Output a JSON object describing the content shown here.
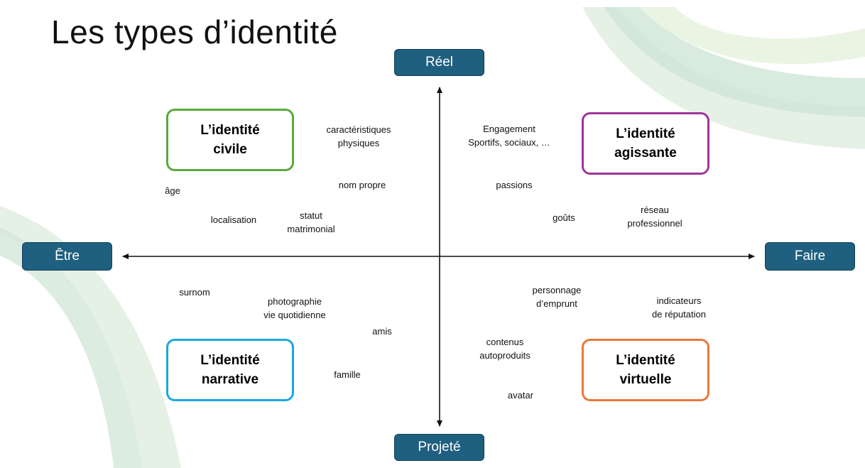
{
  "title": "Les types d’identité",
  "poles": {
    "top": "Réel",
    "bottom": "Projeté",
    "left": "Être",
    "right": "Faire"
  },
  "identities": {
    "civile": {
      "label": "L’identité\ncivile",
      "color": "#5aaa3c"
    },
    "agissante": {
      "label": "L’identité\nagissante",
      "color": "#a0339b"
    },
    "narrative": {
      "label": "L’identité\nnarrative",
      "color": "#1aa8e0"
    },
    "virtuelle": {
      "label": "L’identité\nvirtuelle",
      "color": "#e8783b"
    }
  },
  "terms": {
    "caracteristiques": "caractéristiques\nphysiques",
    "nom_propre": "nom propre",
    "age": "âge",
    "localisation": "localisation",
    "statut": "statut\nmatrimonial",
    "engagement": "Engagement\nSportifs, sociaux, …",
    "passions": "passions",
    "gouts": "goûts",
    "reseau": "réseau\nprofessionnel",
    "surnom": "surnom",
    "photographie": "photographie\nvie quotidienne",
    "amis": "amis",
    "famille": "famille",
    "personnage": "personnage\nd’emprunt",
    "indicateurs": "indicateurs\nde réputation",
    "contenus": "contenus\nautoproduits",
    "avatar": "avatar"
  },
  "colors": {
    "pole_fill": "#1f5f7f",
    "axis": "#111111"
  }
}
